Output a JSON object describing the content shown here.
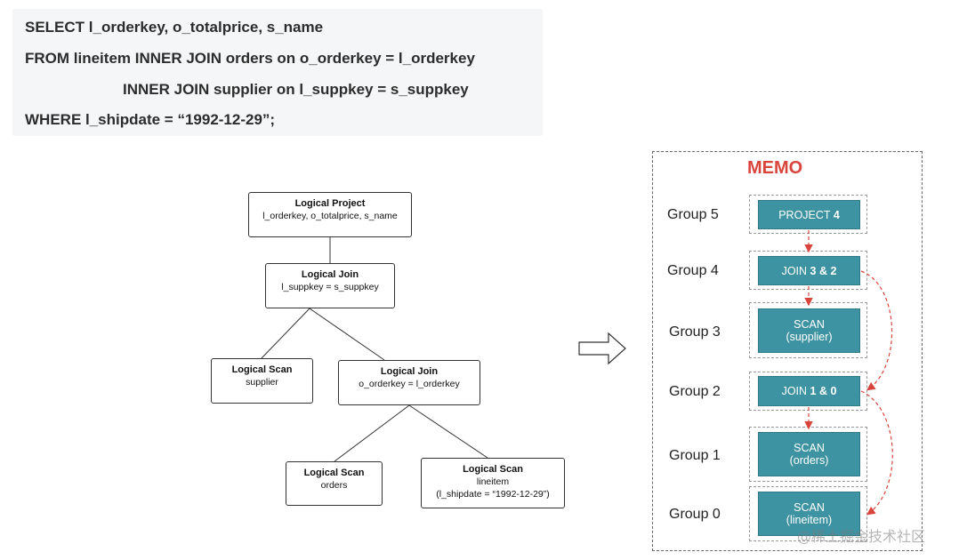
{
  "sql": {
    "lines": [
      "SELECT l_orderkey, o_totalprice, s_name",
      "FROM lineitem INNER JOIN orders on o_orderkey = l_orderkey",
      "INNER JOIN supplier on l_suppkey = s_suppkey",
      "WHERE l_shipdate = “1992-12-29”;"
    ]
  },
  "tree": {
    "project": {
      "title": "Logical Project",
      "detail": "l_orderkey, o_totalprice, s_name"
    },
    "join_top": {
      "title": "Logical Join",
      "detail": "l_suppkey = s_suppkey"
    },
    "scan_supplier": {
      "title": "Logical Scan",
      "detail": "supplier"
    },
    "join_bottom": {
      "title": "Logical Join",
      "detail": "o_orderkey = l_orderkey"
    },
    "scan_orders": {
      "title": "Logical Scan",
      "detail": "orders"
    },
    "scan_lineitem": {
      "title": "Logical Scan",
      "detail": "lineitem",
      "detail2": "(l_shipdate = “1992-12-29”)"
    }
  },
  "memo": {
    "title": "MEMO",
    "groups": [
      {
        "label": "Group 5",
        "op": "PROJECT ",
        "ref": "4",
        "sub": ""
      },
      {
        "label": "Group 4",
        "op": "JOIN ",
        "ref": "3 & 2",
        "sub": ""
      },
      {
        "label": "Group 3",
        "op": "SCAN",
        "ref": "",
        "sub": "(supplier)"
      },
      {
        "label": "Group 2",
        "op": "JOIN ",
        "ref": "1 & 0",
        "sub": ""
      },
      {
        "label": "Group 1",
        "op": "SCAN",
        "ref": "",
        "sub": "(orders)"
      },
      {
        "label": "Group 0",
        "op": "SCAN",
        "ref": "",
        "sub": "(lineitem)"
      }
    ]
  },
  "colors": {
    "memo_title": "#d9453d",
    "memo_box": "#3e93a2",
    "arrow": "#d9453d"
  },
  "watermark": "@稀土掘金技术社区"
}
